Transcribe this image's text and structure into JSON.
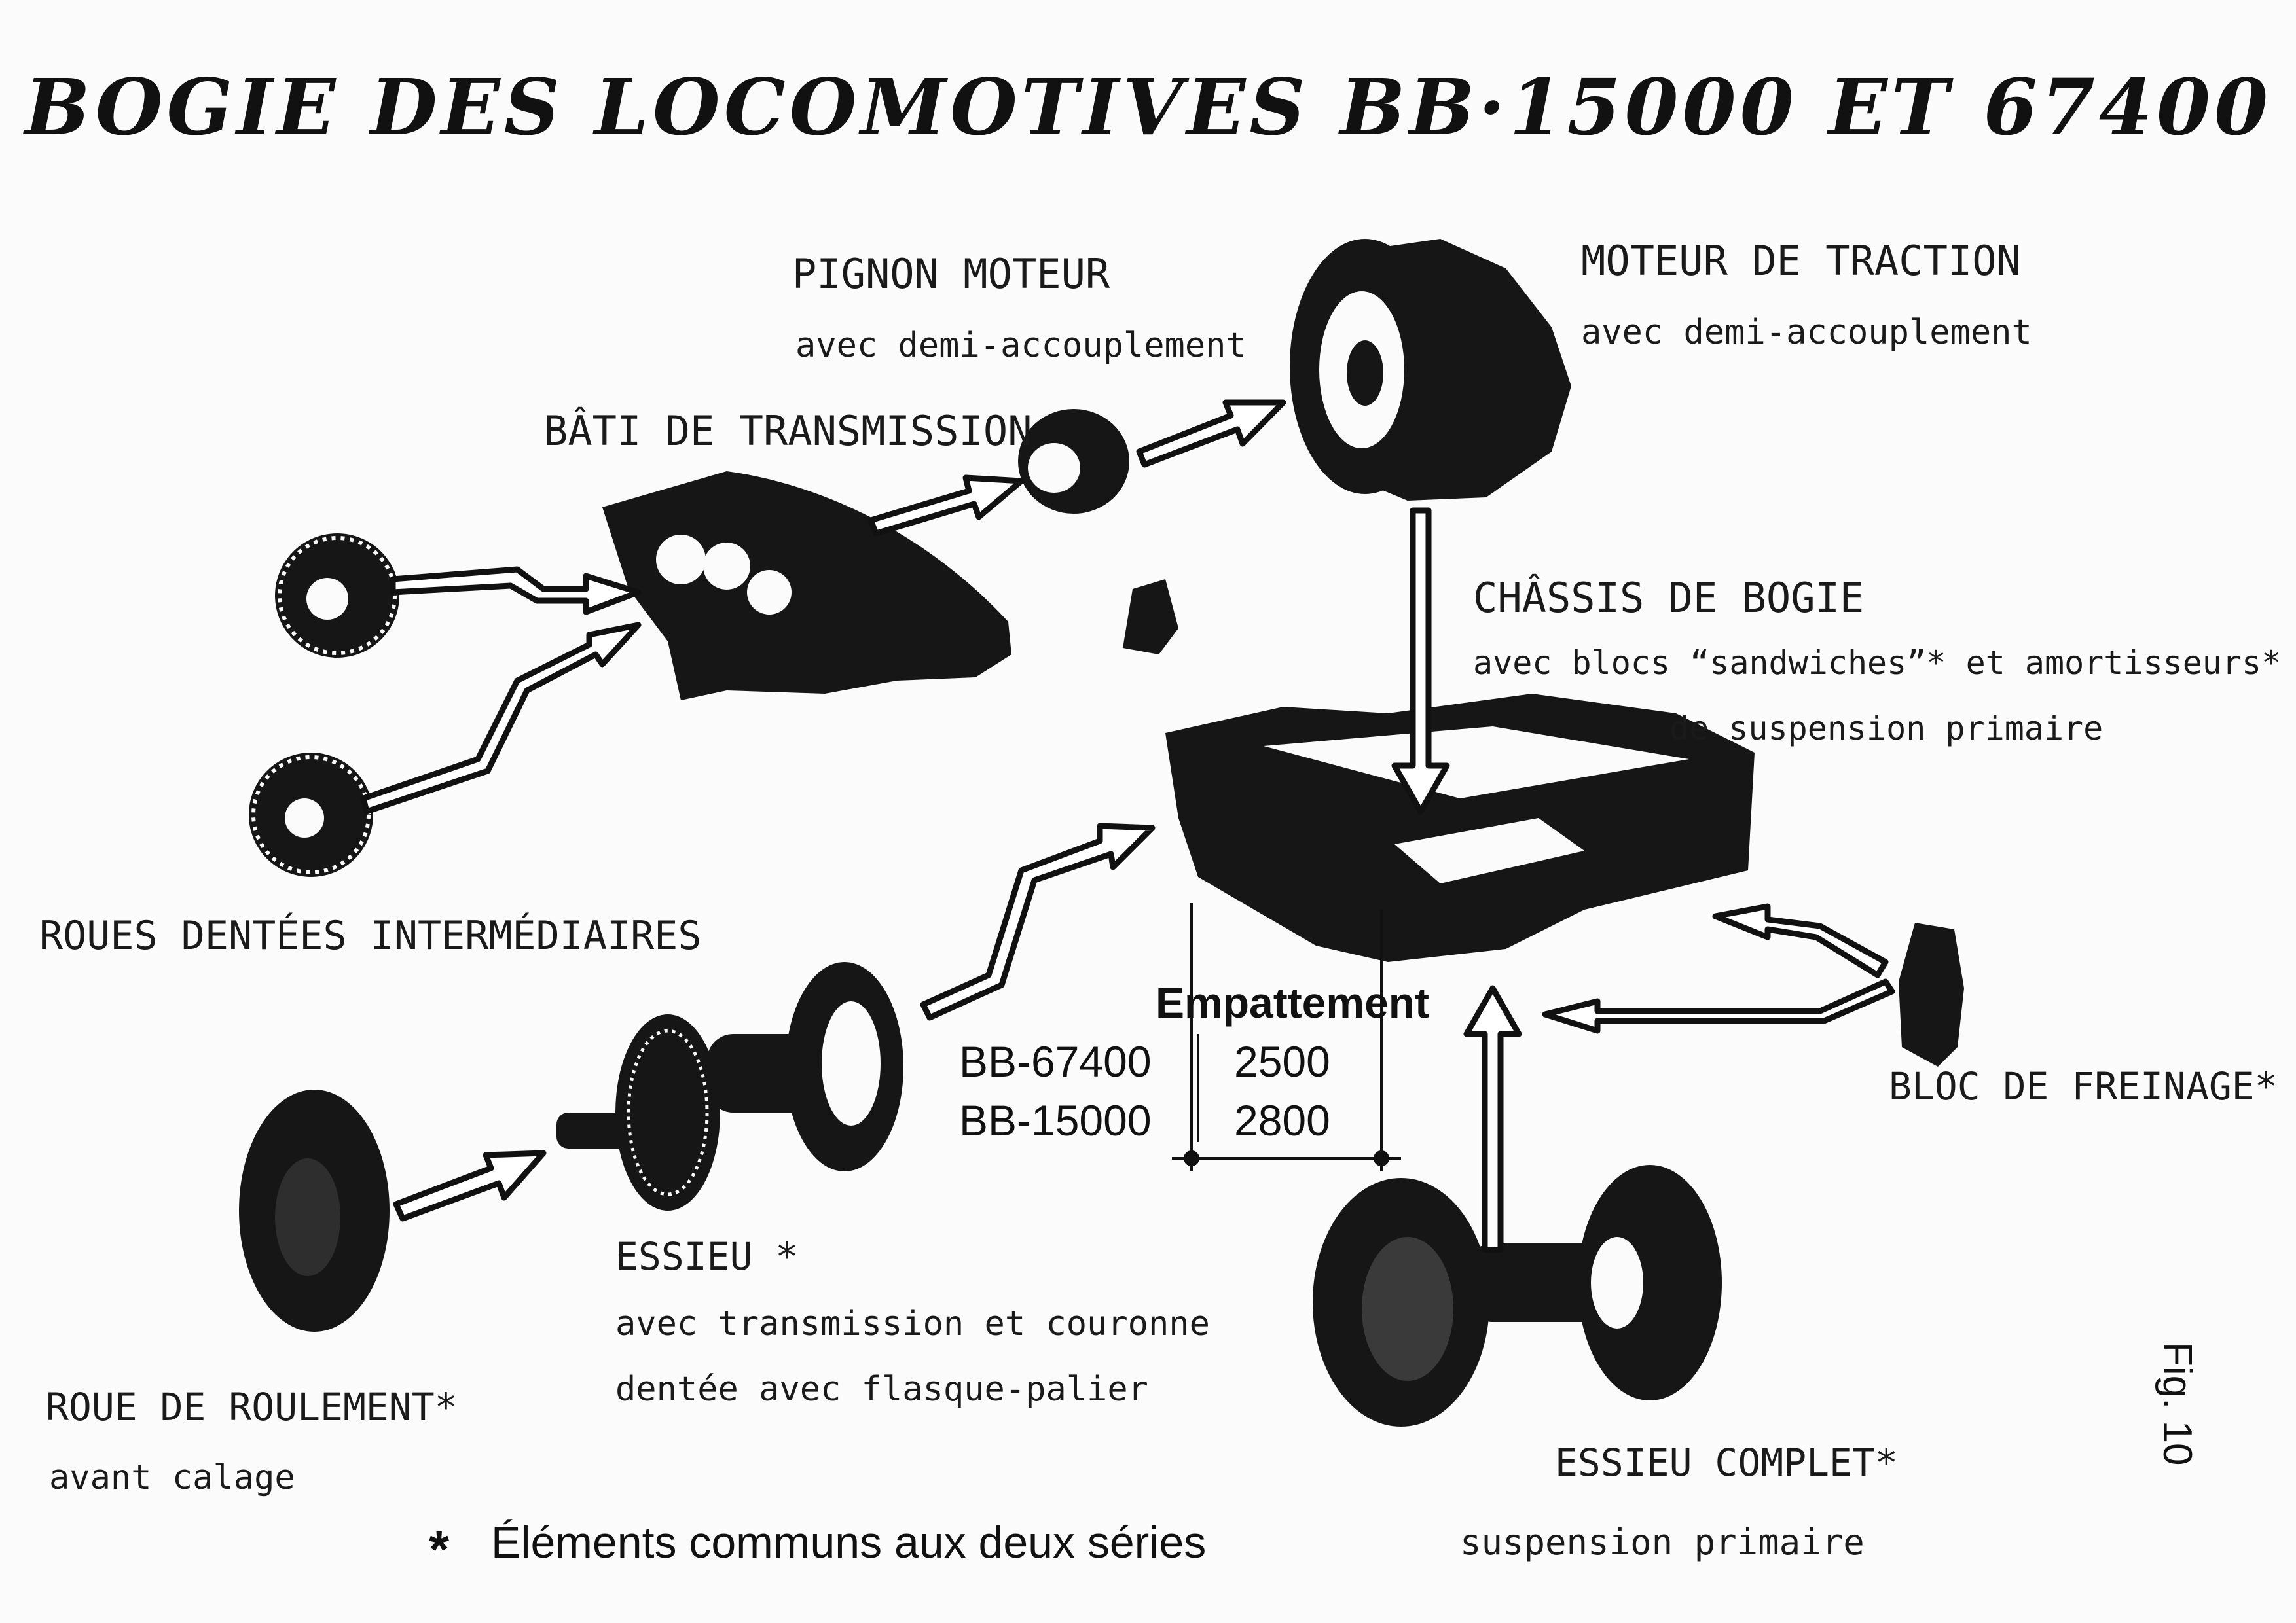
{
  "title": "BOGIE DES LOCOMOTIVES BB·15000 ET 67400",
  "figure_number": "Fig. 10",
  "footnote": {
    "symbol": "*",
    "text": "Éléments communs aux deux séries"
  },
  "components": {
    "pignon_moteur": {
      "name": "PIGNON MOTEUR",
      "detail": "avec demi-accouplement"
    },
    "moteur_traction": {
      "name": "MOTEUR DE TRACTION",
      "detail": "avec demi-accouplement"
    },
    "bati_transmission": {
      "name": "BÂTI DE TRANSMISSION"
    },
    "chassis_bogie": {
      "name": "CHÂSSIS DE BOGIE",
      "detail_1": "avec blocs “sandwiches”* et amortisseurs*",
      "detail_2": "de suspension primaire"
    },
    "roues_dentees": {
      "name": "ROUES DENTÉES INTERMÉDIAIRES"
    },
    "bloc_freinage": {
      "name": "BLOC DE FREINAGE*"
    },
    "essieu": {
      "name": "ESSIEU *",
      "detail_1": "avec transmission et couronne",
      "detail_2": "dentée avec flasque-palier"
    },
    "roue_roulement": {
      "name": "ROUE DE ROULEMENT*",
      "detail": "avant calage"
    },
    "essieu_complet": {
      "name": "ESSIEU COMPLET*",
      "detail": "suspension primaire"
    }
  },
  "empattement_table": {
    "header": "Empattement",
    "rows": [
      {
        "series": "BB-67400",
        "value": "2500"
      },
      {
        "series": "BB-15000",
        "value": "2800"
      }
    ]
  }
}
